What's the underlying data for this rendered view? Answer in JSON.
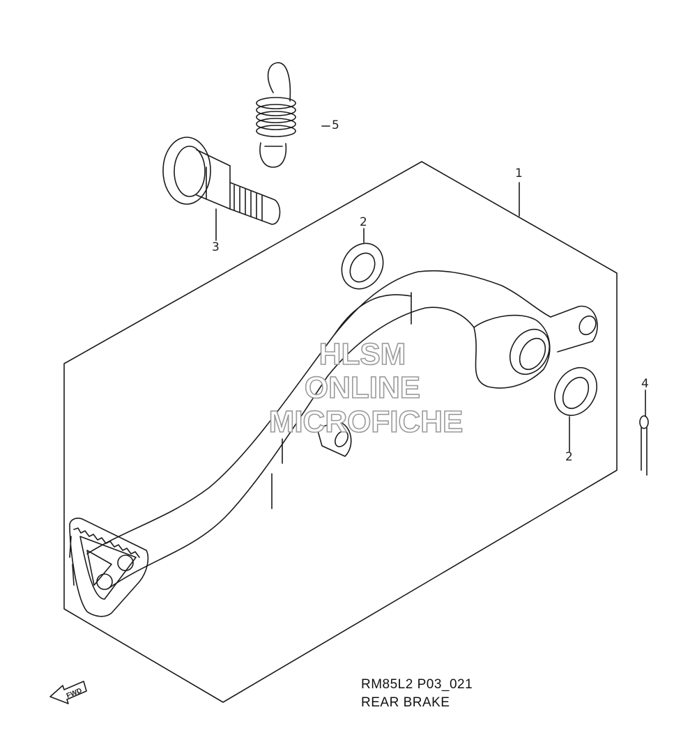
{
  "callouts": {
    "c1": "1",
    "c2a": "2",
    "c2b": "2",
    "c3": "3",
    "c4": "4",
    "c5": "5"
  },
  "caption": {
    "code": "RM85L2 P03_021",
    "title": "REAR BRAKE"
  },
  "watermark": {
    "line1": "HLSM",
    "line2": "ONLINE",
    "line3": "MICROFICHE"
  },
  "fwd_arrow": {
    "label": "FWD"
  },
  "colors": {
    "line": "#1a1a1a",
    "watermark_stroke": "#9a9a9a"
  }
}
